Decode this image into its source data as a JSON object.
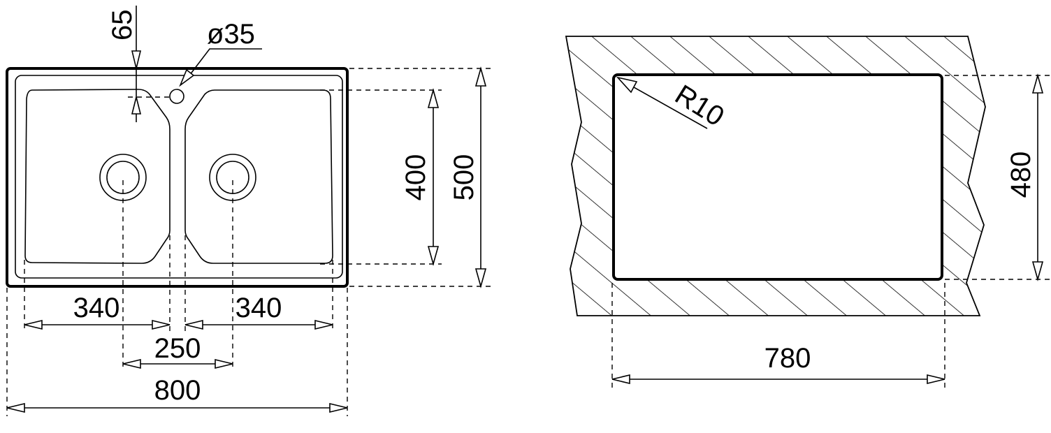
{
  "sink_drawing": {
    "dim_tap_offset": "65",
    "dim_tap_diameter": "ø35",
    "dim_bowl_depth": "400",
    "dim_overall_depth": "500",
    "dim_left_bowl_width": "340",
    "dim_right_bowl_width": "340",
    "dim_drain_spacing": "250",
    "dim_overall_width": "800"
  },
  "cutout_drawing": {
    "dim_corner_radius": "R10",
    "dim_cutout_depth": "480",
    "dim_cutout_width": "780"
  },
  "colors": {
    "line": "#000000",
    "background": "#ffffff"
  }
}
